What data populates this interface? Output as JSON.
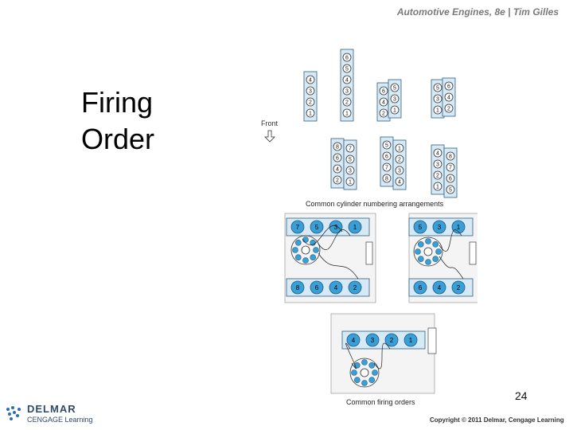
{
  "header": {
    "text": "Automotive Engines, 8e | Tim Gilles"
  },
  "slide": {
    "title_line1": "Firing",
    "title_line2": "Order",
    "page_number": "24"
  },
  "diagram": {
    "front_label": "Front",
    "numbering_caption": "Common cylinder numbering arrangements",
    "firing_caption": "Common firing orders",
    "numbering": {
      "inline4": [
        "4",
        "3",
        "2",
        "1"
      ],
      "inline6": [
        "6",
        "5",
        "4",
        "3",
        "2",
        "1"
      ],
      "v6a": {
        "left": [
          "6",
          "4",
          "2"
        ],
        "right": [
          "5",
          "3",
          "1"
        ]
      },
      "v6b": {
        "left": [
          "5",
          "3",
          "1"
        ],
        "right": [
          "6",
          "4",
          "2"
        ]
      },
      "v8a": {
        "left": [
          "8",
          "6",
          "4",
          "2"
        ],
        "right": [
          "7",
          "5",
          "3",
          "1"
        ]
      },
      "v8b": {
        "left": [
          "5",
          "6",
          "7",
          "8"
        ],
        "right": [
          "1",
          "2",
          "3",
          "4"
        ]
      },
      "v8c": {
        "left": [
          "4",
          "3",
          "2",
          "1"
        ],
        "right": [
          "8",
          "7",
          "6",
          "5"
        ]
      }
    },
    "firing": {
      "v8_top": [
        "7",
        "5",
        "3",
        "1"
      ],
      "v8_bottom": [
        "8",
        "6",
        "4",
        "2"
      ],
      "v6_top": [
        "5",
        "3",
        "1"
      ],
      "v6_bottom": [
        "6",
        "4",
        "2"
      ],
      "inline4": [
        "4",
        "3",
        "2",
        "1"
      ]
    }
  },
  "footer": {
    "copyright": "Copyright © 2011 Delmar, Cengage Learning",
    "logo_line1": "DELMAR",
    "logo_line2": "CENGAGE Learning"
  },
  "colors": {
    "cylinder_fill": "#3a9fd6",
    "block_fill": "#d6e9f5",
    "block_stroke": "#2b5f8a"
  }
}
